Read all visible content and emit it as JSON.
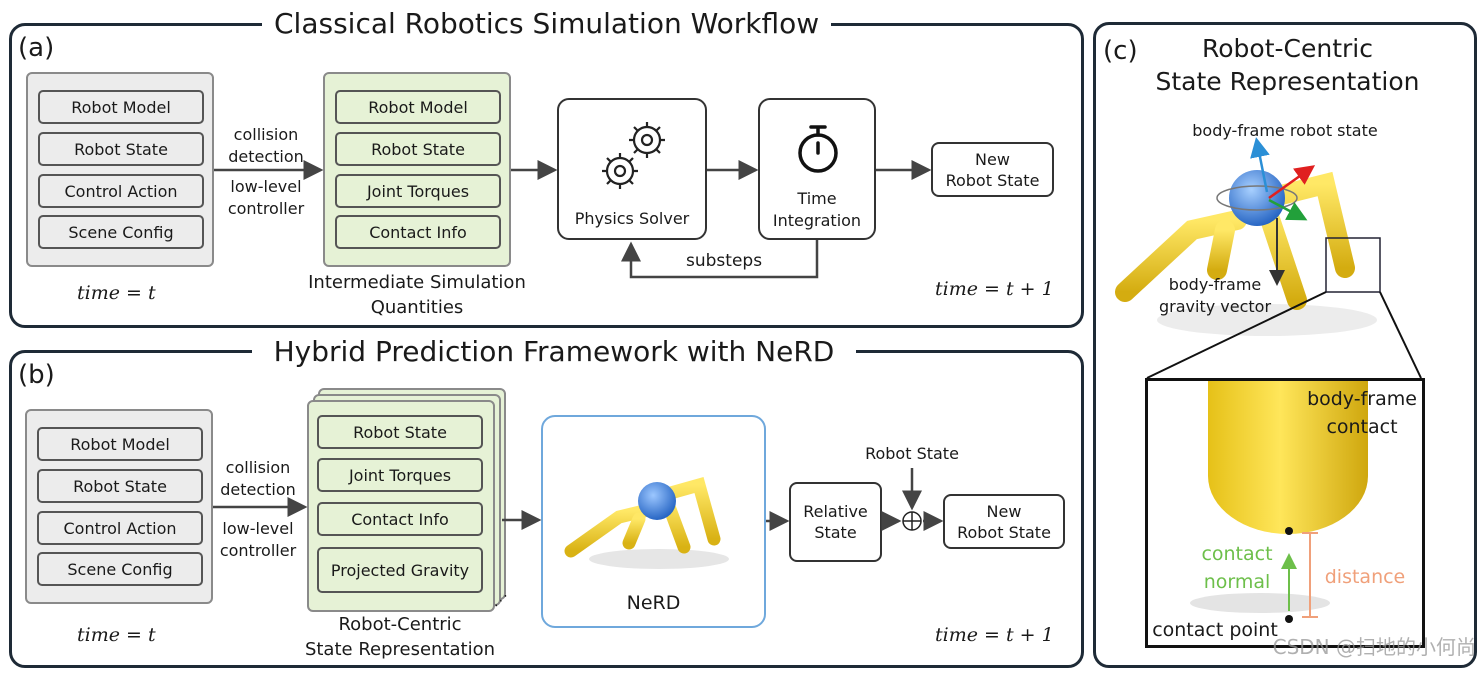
{
  "colors": {
    "border": "#1e2a36",
    "green_fill": "#e6f2d6",
    "gray_fill": "#ececec",
    "nerd_border": "#6fa8dc",
    "contact_normal": "#6dbf4a",
    "distance": "#f0a07a",
    "robot_yellow": "#f2d22e",
    "robot_blue": "#3a7bd5"
  },
  "panel_a": {
    "label": "(a)",
    "title": "Classical Robotics Simulation Workflow",
    "inputs": [
      "Robot Model",
      "Robot State",
      "Control Action",
      "Scene Config"
    ],
    "edge_top": [
      "collision",
      "detection"
    ],
    "edge_bottom": [
      "low-level",
      "controller"
    ],
    "intermediate": [
      "Robot Model",
      "Robot State",
      "Joint Torques",
      "Contact Info"
    ],
    "intermediate_caption": [
      "Intermediate Simulation",
      "Quantities"
    ],
    "physics_solver": "Physics Solver",
    "time_integration": [
      "Time",
      "Integration"
    ],
    "substeps": "substeps",
    "output": [
      "New",
      "Robot State"
    ],
    "time_left": "time = t",
    "time_right": "time = t + 1"
  },
  "panel_b": {
    "label": "(b)",
    "title": "Hybrid Prediction Framework with NeRD",
    "inputs": [
      "Robot Model",
      "Robot State",
      "Control Action",
      "Scene Config"
    ],
    "edge_top": [
      "collision",
      "detection"
    ],
    "edge_bottom": [
      "low-level",
      "controller"
    ],
    "representation": [
      "Robot State",
      "Joint Torques",
      "Contact Info",
      "Projected Gravity"
    ],
    "representation_caption": [
      "Robot-Centric",
      "State Representation"
    ],
    "nerd_label": "NeRD",
    "relative_state": [
      "Relative",
      "State"
    ],
    "robot_state_in": "Robot State",
    "output": [
      "New",
      "Robot State"
    ],
    "time_left": "time = t",
    "time_right": "time = t + 1"
  },
  "panel_c": {
    "label": "(c)",
    "title": [
      "Robot-Centric",
      "State Representation"
    ],
    "body_frame_state": "body-frame robot state",
    "gravity": [
      "body-frame",
      "gravity vector"
    ],
    "contact": [
      "body-frame",
      "contact"
    ],
    "contact_normal": [
      "contact",
      "normal"
    ],
    "distance": "distance",
    "contact_point": "contact point"
  },
  "watermark": "CSDN @扫地的小何尚"
}
